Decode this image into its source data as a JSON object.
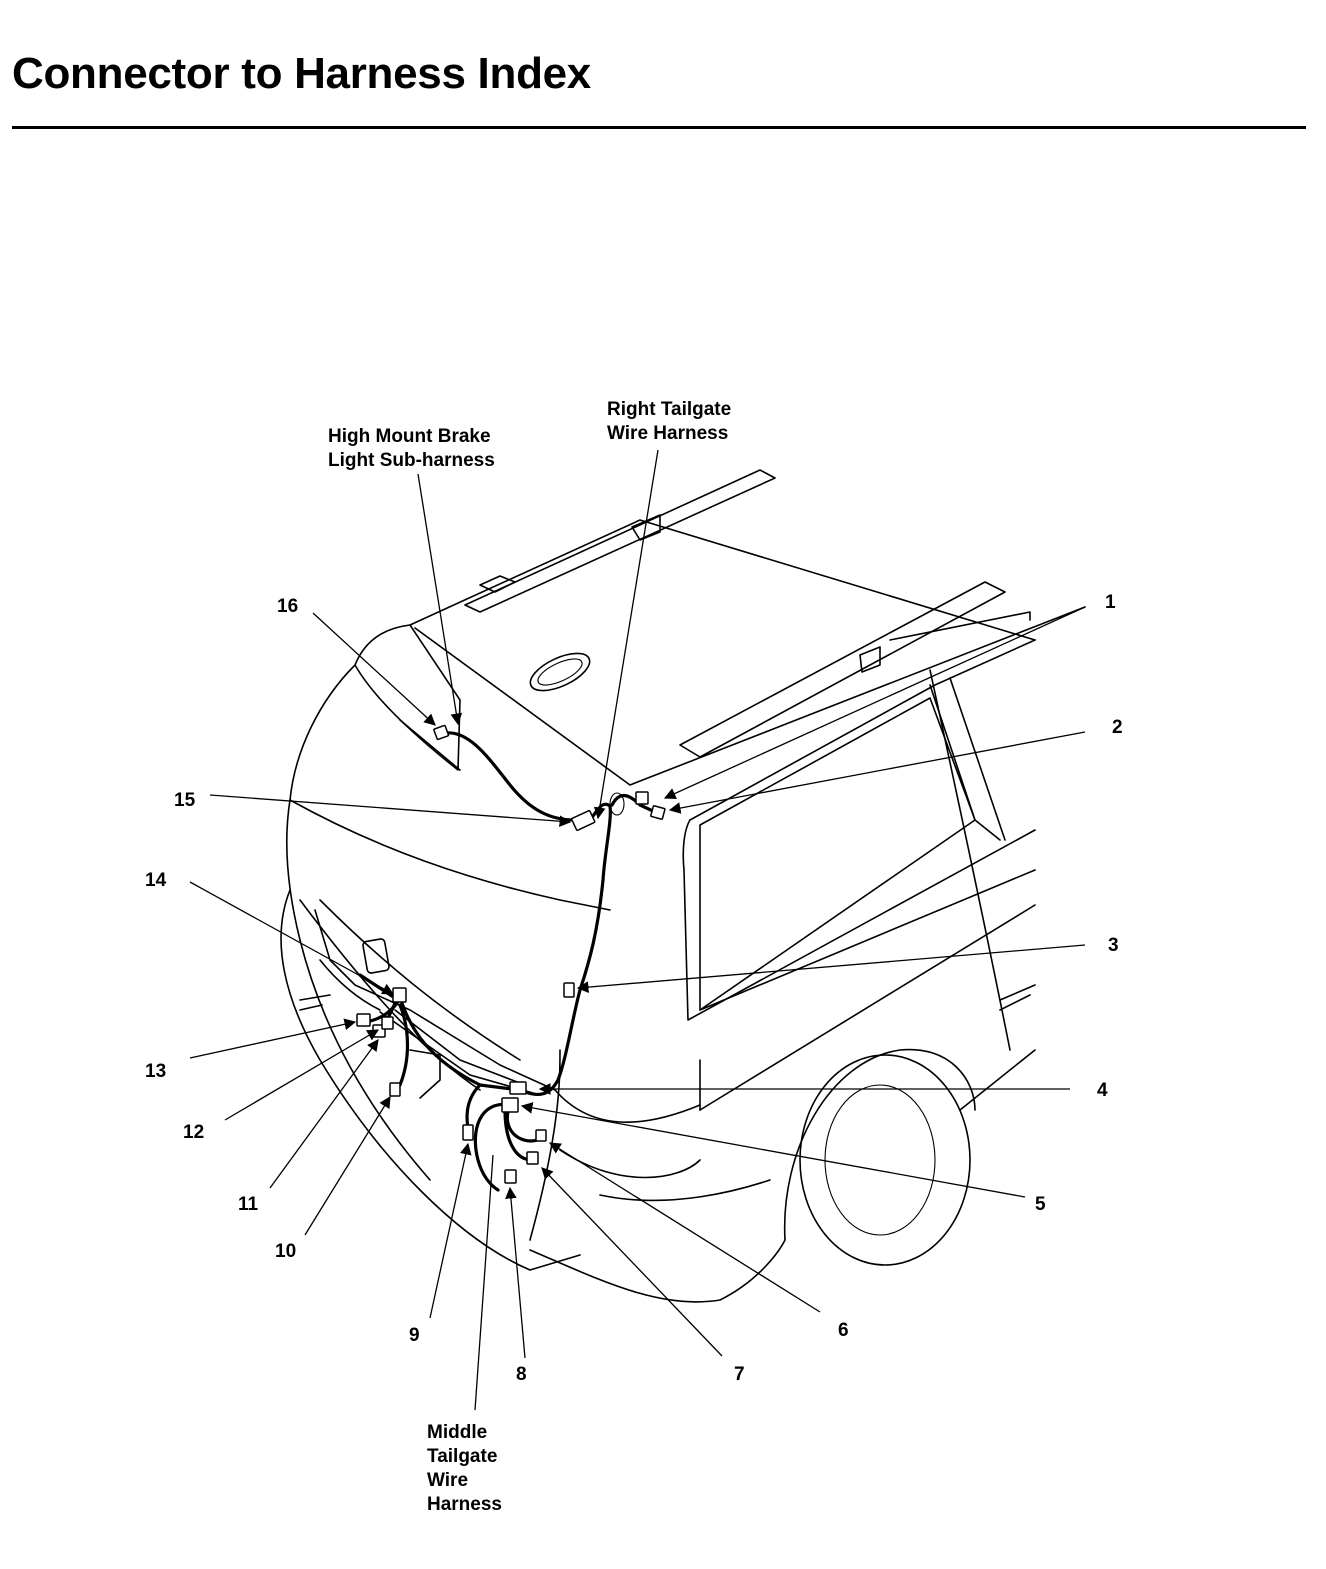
{
  "page": {
    "title": "Connector to Harness Index"
  },
  "harness_labels": {
    "high_mount_brake": [
      "High Mount Brake",
      "Light Sub-harness"
    ],
    "right_tailgate": [
      "Right Tailgate",
      "Wire Harness"
    ],
    "middle_tailgate": [
      "Middle",
      "Tailgate",
      "Wire",
      "Harness"
    ]
  },
  "connector_callouts": [
    "1",
    "2",
    "3",
    "4",
    "5",
    "6",
    "7",
    "8",
    "9",
    "10",
    "11",
    "12",
    "13",
    "14",
    "15",
    "16"
  ]
}
